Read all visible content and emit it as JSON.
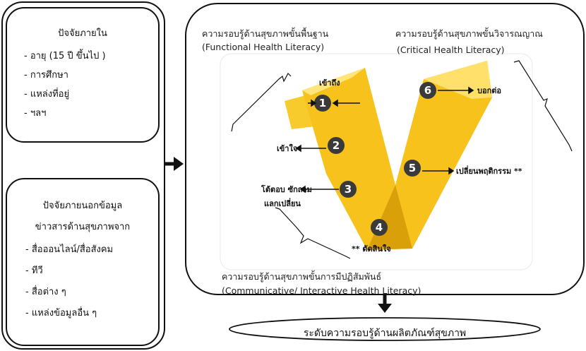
{
  "internal_factors": {
    "title": "ปัจจัยภายใน",
    "items": [
      "- อายุ (15 ปี ขึ้นไป )",
      "- การศึกษา",
      "- แหล่งที่อยู่",
      "- ฯลฯ"
    ]
  },
  "external_factors": {
    "title_line1": "ปัจจัยภายนอกข้อมูล",
    "title_line2": "ข่าวสารด้านสุขภาพจาก",
    "items": [
      "- สื่อออนไลน์/สื่อสังคม",
      "- ทีวี",
      "- สื่อต่าง ๆ",
      "- แหล่งข้อมูลอื่น ๆ"
    ]
  },
  "literacy_levels": {
    "functional_th": "ความรอบรู้ด้านสุขภาพขั้นพื้นฐาน",
    "functional_en": "(Functional Health Literacy)",
    "critical_th": "ความรอบรู้ด้านสุขภาพขั้นวิจารณญาณ",
    "critical_en": "(Critical Health Literacy)",
    "communicative_th": "ความรอบรู้ด้านสุขภาพขั้นการมีปฏิสัมพันธ์",
    "communicative_en": "(Communicative/ Interactive Health Literacy)"
  },
  "steps": [
    {
      "num": "1",
      "label": "เข้าถึง"
    },
    {
      "num": "2",
      "label": "เข้าใจ"
    },
    {
      "num": "3",
      "label_line1": "โต้ตอบ ซักถาม",
      "label_line2": "แลกเปลี่ยน"
    },
    {
      "num": "4",
      "label": "** ตัดสินใจ"
    },
    {
      "num": "5",
      "label": "เปลี่ยนพฤติกรรม **"
    },
    {
      "num": "6",
      "label": "บอกต่อ"
    }
  ],
  "outcome": "ระดับความรอบรู้ด้านผลิตภัณฑ์สุขภาพ",
  "colors": {
    "v_yellow": "#F6C21B",
    "v_shadow": "#D9A00A",
    "marker": "#3A3A3A"
  }
}
